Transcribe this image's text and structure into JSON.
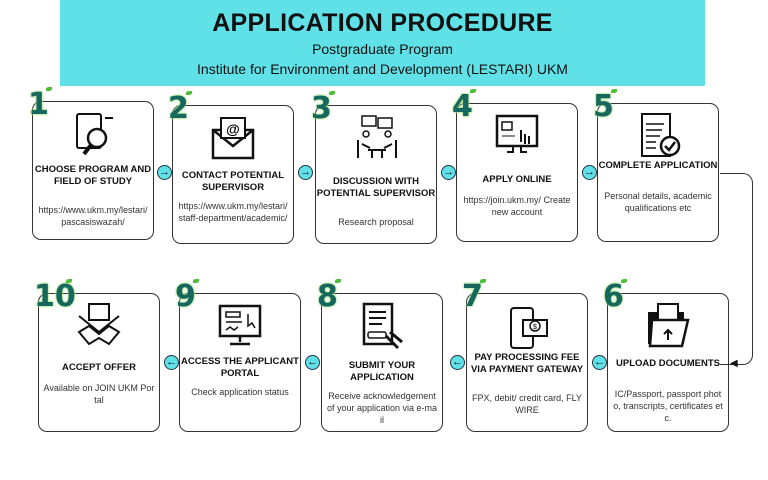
{
  "header": {
    "title": "APPLICATION PROCEDURE",
    "subtitle1": "Postgraduate Program",
    "subtitle2": "Institute for Environment and Development (LESTARI) UKM",
    "color": "#5fe1e7"
  },
  "steps": [
    {
      "num": "1",
      "title": "CHOOSE PROGRAM AND FIELD OF STUDY",
      "desc": "https://www.ukm.my/lestari/pascasiswazah/",
      "icon": "notebook-search-icon"
    },
    {
      "num": "2",
      "title": "CONTACT POTENTIAL SUPERVISOR",
      "desc": "https://www.ukm.my/lestari/staff-department/academic/",
      "icon": "email-envelope-icon"
    },
    {
      "num": "3",
      "title": "DISCUSSION WITH POTENTIAL SUPERVISOR",
      "desc": "Research proposal",
      "icon": "discussion-icon"
    },
    {
      "num": "4",
      "title": "APPLY ONLINE",
      "desc": "https://join.ukm.my/ Create new account",
      "icon": "monitor-click-icon"
    },
    {
      "num": "5",
      "title": "COMPLETE APPLICATION",
      "desc": "Personal details, academic qualifications etc",
      "icon": "checklist-icon"
    },
    {
      "num": "6",
      "title": "UPLOAD DOCUMENTS",
      "desc": "IC/Passport, passport photo, transcripts, certificates etc.",
      "icon": "folder-upload-icon"
    },
    {
      "num": "7",
      "title": "PAY PROCESSING FEE VIA PAYMENT GATEWAY",
      "desc": "FPX, debit/ credit card, FLYWIRE",
      "icon": "mobile-payment-icon"
    },
    {
      "num": "8",
      "title": "SUBMIT YOUR APPLICATION",
      "desc": "Receive acknowledgement of your application via e-mail",
      "icon": "submit-form-icon"
    },
    {
      "num": "9",
      "title": "ACCESS THE APPLICANT PORTAL",
      "desc": "Check application status",
      "icon": "portal-monitor-icon"
    },
    {
      "num": "10",
      "title": "ACCEPT OFFER",
      "desc": "Available on JOIN UKM Portal",
      "icon": "handshake-offer-icon"
    }
  ],
  "arrows": {
    "right": "→",
    "left": "←"
  }
}
